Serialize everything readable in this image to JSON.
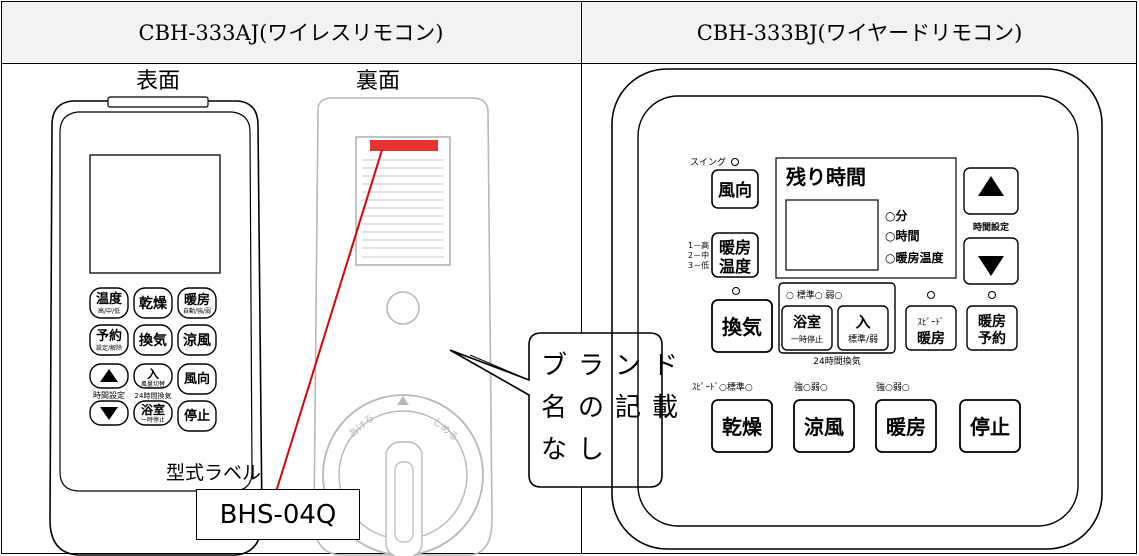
{
  "headers": {
    "left": "CBH-333AJ(ワイレスリモコン)",
    "right": "CBH-333BJ(ワイヤードリモコン)"
  },
  "left_panel": {
    "front_label": "表面",
    "back_label": "裏面",
    "model_label_caption": "型式ラベル",
    "model_label_value": "BHS-04Q",
    "wireless_buttons": {
      "temp": "温度",
      "temp_sub": "高/中/低",
      "dry": "乾燥",
      "heat": "暖房",
      "heat_sub": "自動/強/弱",
      "timer": "予約",
      "timer_sub": "設定/解除",
      "vent": "換気",
      "cool": "涼風",
      "on": "入",
      "on_sub": "風量切替",
      "vent24": "24時間換気",
      "direction": "風向",
      "time_set": "時間設定",
      "bath": "浴室",
      "bath_sub": "一時停止",
      "stop": "停止"
    },
    "dial_labels": {
      "left": "あける",
      "right": "しめる"
    }
  },
  "callout": {
    "line1": "ブランド",
    "line2": "名の記載",
    "line3": "なし"
  },
  "wired_remote": {
    "swing": "スイング",
    "direction": "風向",
    "remaining_time": "残り時間",
    "unit_min": "○分",
    "unit_hour": "○時間",
    "unit_heat_temp": "○暖房温度",
    "time_setting": "時間設定",
    "heat": "暖房",
    "temp": "温度",
    "levels": [
      "1－高",
      "2－中",
      "3－低"
    ],
    "mode_std": "○ 標準○ 弱○",
    "vent": "換気",
    "bath": "浴室",
    "bath_sub": "一時停止",
    "on": "入",
    "on_sub": "標準/弱",
    "speed": "ｽﾋﾟｰﾄﾞ",
    "speed_heat": "暖房",
    "heat_timer_1": "暖房",
    "heat_timer_2": "予約",
    "vent24": "24時間換気",
    "indicator_speed": "ｽﾋﾟｰﾄﾞ○標準○",
    "indicator_strong1": "強○弱○",
    "indicator_strong2": "強○弱○",
    "dry": "乾燥",
    "cool": "涼風",
    "heat2": "暖房",
    "stop": "停止"
  }
}
